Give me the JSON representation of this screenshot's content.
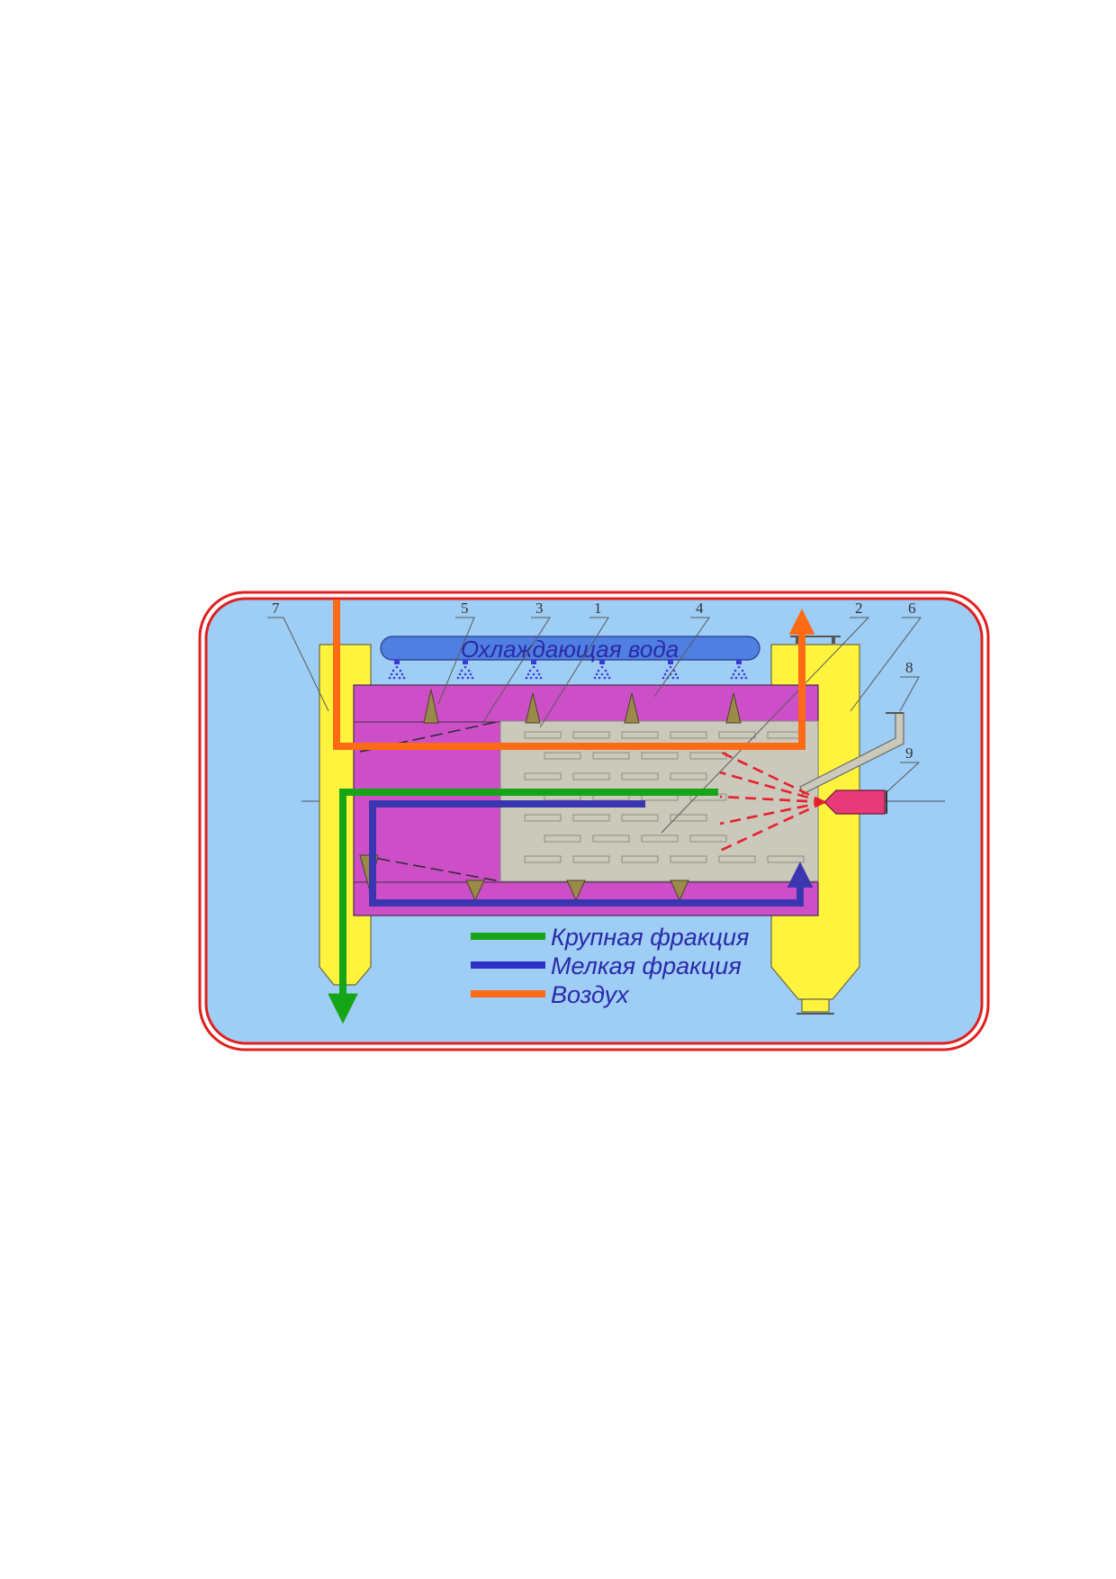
{
  "diagram": {
    "header_label": "Охлаждающая вода",
    "legend": [
      {
        "label": "Крупная фракция",
        "color": "#16a516"
      },
      {
        "label": "Мелкая фракция",
        "color": "#2e2ec8"
      },
      {
        "label": "Воздух",
        "color": "#ff6a14"
      }
    ],
    "callouts": [
      "1",
      "2",
      "3",
      "4",
      "5",
      "6",
      "7",
      "8",
      "9"
    ],
    "colors": {
      "frame_border": "#e0201e",
      "panel_background": "#9ecdf6",
      "shell": "#cc4fc8",
      "core": "#cbc8bc",
      "cyclone": "#fff33e",
      "header_bar": "#4f7fe0",
      "header_text": "#2a2aa8",
      "spray": "#3a3ad8",
      "lifter": "#9a8a4a",
      "flame": "#e8202c",
      "burner": "#e83a78",
      "fine_fraction_arrow": "#3a36b0",
      "legend_text": "#2a2aa8"
    }
  }
}
